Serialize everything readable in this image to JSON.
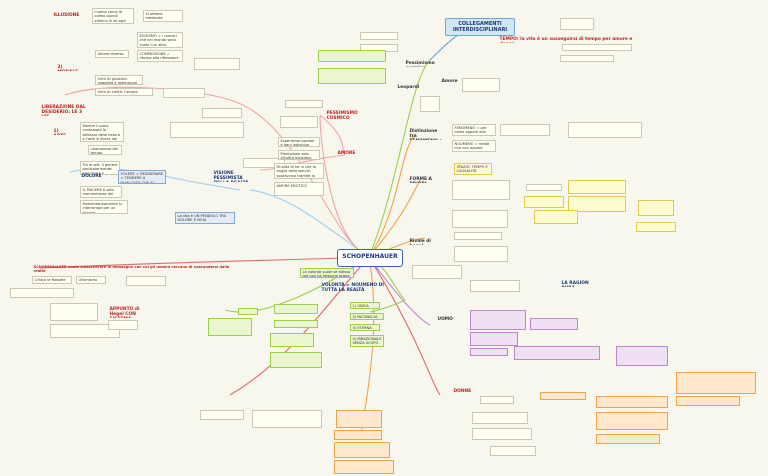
{
  "center": "SCHOPENHAUER",
  "collegamenti": "COLLEGAMENTI INTERDISCIPLINARI",
  "left": {
    "illusione": "ILLUSIONE",
    "illusione_desc": "l'uomo cerca di colmo quindi elimina in se ogni desiderio, sospendendo la sua volontà",
    "illusione_rest": "Si ottiene mediante meditazione dell'ASCESI",
    "morale": "2) MORALE",
    "amore_diverso": "Amore diverso",
    "egoismo": "EGOISMO = i rancori che nel mondo sono come l'un altro",
    "compassione": "COMPASSIONE = ritorno alla riflessione in maniera diversa",
    "virtu": "Virtù di giustizia: negativa e astensione dal fare mala agli altri",
    "carita": "Virtù di carità: l'amore disinteressato, positivo",
    "arte": "1) ARTE",
    "liberazione": "LIBERAZIONE DAL DESIDERIO: LE 3 VIE",
    "arte_desc": "Mentre l'uomo contempla la bellezza della natura e l'arte si libera dal dolore",
    "musica": "Liberazione dal tempo",
    "tragedia": "Tra le arti: il genere particolarmente: TRAGEDIA E MUSICA",
    "dolore": "DOLORE",
    "volere": "VOLERE = DESIDERARE = TENDERE A QUALCOSA CHE SI AVVERTE MANCANTE",
    "piacere": "IL PIACERE è solo momentanea del dolore",
    "noia": "Momentaneamente si interrompe per un istante...",
    "visione": "VISIONE PESSIMISTA DELLA REALTÀ",
    "pendolo": "La vita è UN PENDOLO TRA DOLORE E NOIA",
    "critica": "SCHOPENHAUER vuole smascherare le menzogne con cui gli uomini cercano di nascondersi dalla realtà",
    "appunto": "APPUNTO di Hegel CON SISTEMA DEL SCOPRITTO",
    "critica_desc": "Critica le filosofie idealistiche e ottimistiche di Hegel",
    "critica_desc2": "Ottimismo cosmico e fede"
  },
  "pessimismo": {
    "title": "PESSIMISMO COSMICO",
    "amore": "AMORE",
    "amore_items": [
      "Esperienze basilari e ogni individuo",
      "Produzione solo all'altro individuo",
      "Finalità di far si che la voglia della specie, sopravviva tramite la VERGOGNA",
      "AMORE EROTICO"
    ]
  },
  "volonta": {
    "title": "VOLONTÀ = NOUMENO DI TUTTA LA REALTÀ",
    "items": [
      "1) UNICA",
      "2) INCONSCIA",
      "3) ETERNA",
      "4) IRRAZIONALE SENZA SCOPO"
    ],
    "intro": "La volontà vuole se stessa ma non ha nessuno scopo a cui tendere"
  },
  "right": {
    "distinzione": "Distinzione tra FENOMENO e NOUMENO",
    "forme": "FORME A PRIORI",
    "rivale": "Rivale di hegel",
    "uomo": "UOMO",
    "donne": "DONNE",
    "pessimismo": "Pessimismo cosmico",
    "amore": "Amore",
    "leopardi": "Leopardi",
    "tempo": "TEMPO: la vita è un susseguirsi di tempo per amore e donna",
    "spazio": "SPAZIO, TEMPO E CAUSALITÀ",
    "la_ragion": "LA RAGION PURA",
    "fenomeno": "FENOMENO = per come appare alla nostra coscienza",
    "noumeno": "NOUMENO = realtà che non appare"
  }
}
